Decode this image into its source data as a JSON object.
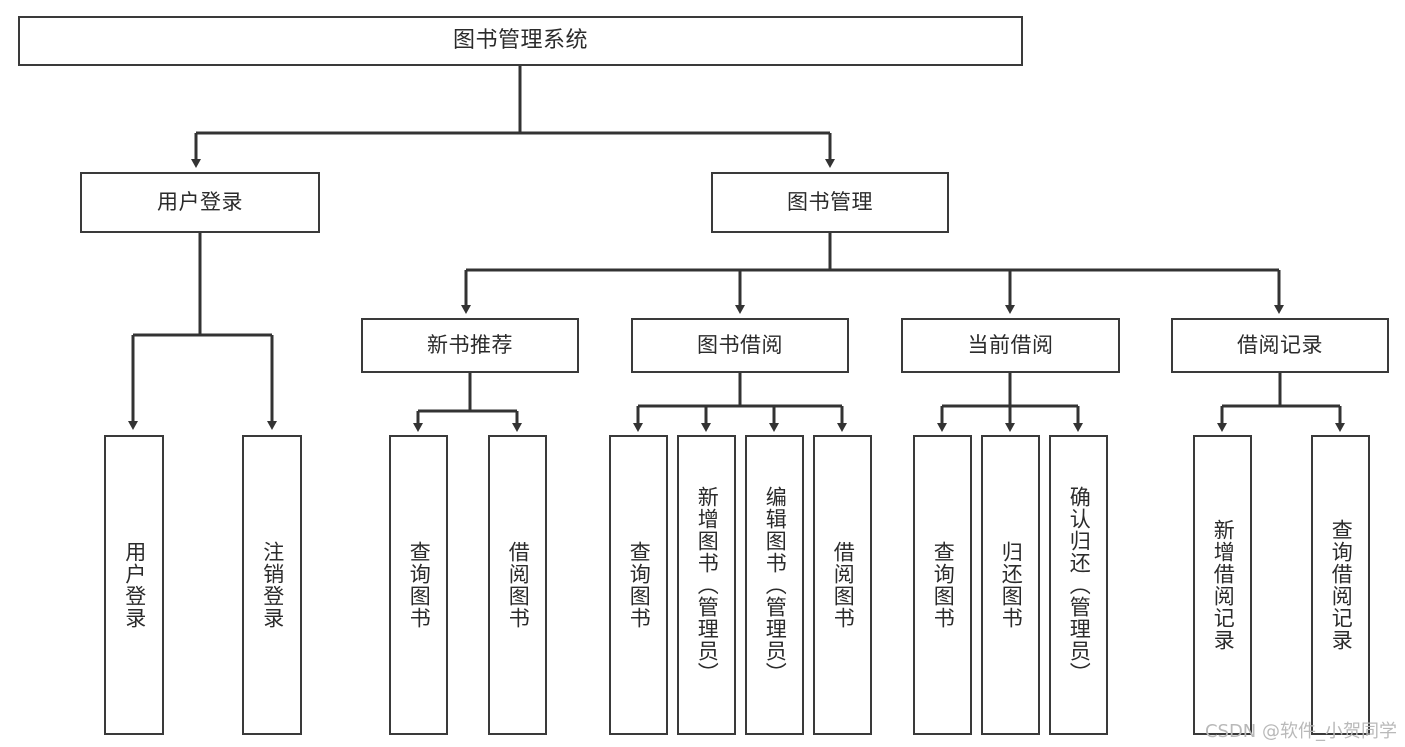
{
  "diagram": {
    "title": "图书管理系统",
    "type": "功能结构图",
    "watermark": "CSDN @软件_小贺同学",
    "colors": {
      "border": "#3a3a3a",
      "text": "#2b2b2b",
      "background": "#ffffff",
      "connector": "#333333",
      "watermark": "#b9b9b9"
    },
    "levels": {
      "root": "图书管理系统",
      "level2": [
        "用户登录",
        "图书管理"
      ],
      "level3": [
        "新书推荐",
        "图书借阅",
        "当前借阅",
        "借阅记录"
      ],
      "leaves": [
        "用户登录",
        "注销登录",
        "查询图书",
        "借阅图书",
        "查询图书",
        "新增图书（管理员）",
        "编辑图书（管理员）",
        "借阅图书",
        "查询图书",
        "归还图书",
        "确认归还（管理员）",
        "新增借阅记录",
        "查询借阅记录"
      ]
    },
    "nodes": {
      "root": {
        "label": "图书管理系统"
      },
      "user_login": {
        "label": "用户登录"
      },
      "book_manage": {
        "label": "图书管理"
      },
      "new_book_rec": {
        "label": "新书推荐"
      },
      "book_borrow": {
        "label": "图书借阅"
      },
      "current_borrow": {
        "label": "当前借阅"
      },
      "borrow_record": {
        "label": "借阅记录"
      },
      "leaf_user_login": {
        "label": "用户登录"
      },
      "leaf_logout": {
        "label": "注销登录"
      },
      "leaf_query_book_1": {
        "label": "查询图书"
      },
      "leaf_borrow_book_1": {
        "label": "借阅图书"
      },
      "leaf_query_book_2": {
        "label": "查询图书"
      },
      "leaf_add_book": {
        "label": "新增图书（管理员）"
      },
      "leaf_edit_book": {
        "label": "编辑图书（管理员）"
      },
      "leaf_borrow_book_2": {
        "label": "借阅图书"
      },
      "leaf_query_book_3": {
        "label": "查询图书"
      },
      "leaf_return_book": {
        "label": "归还图书"
      },
      "leaf_confirm_return": {
        "label": "确认归还（管理员）"
      },
      "leaf_add_record": {
        "label": "新增借阅记录"
      },
      "leaf_query_record": {
        "label": "查询借阅记录"
      }
    }
  }
}
